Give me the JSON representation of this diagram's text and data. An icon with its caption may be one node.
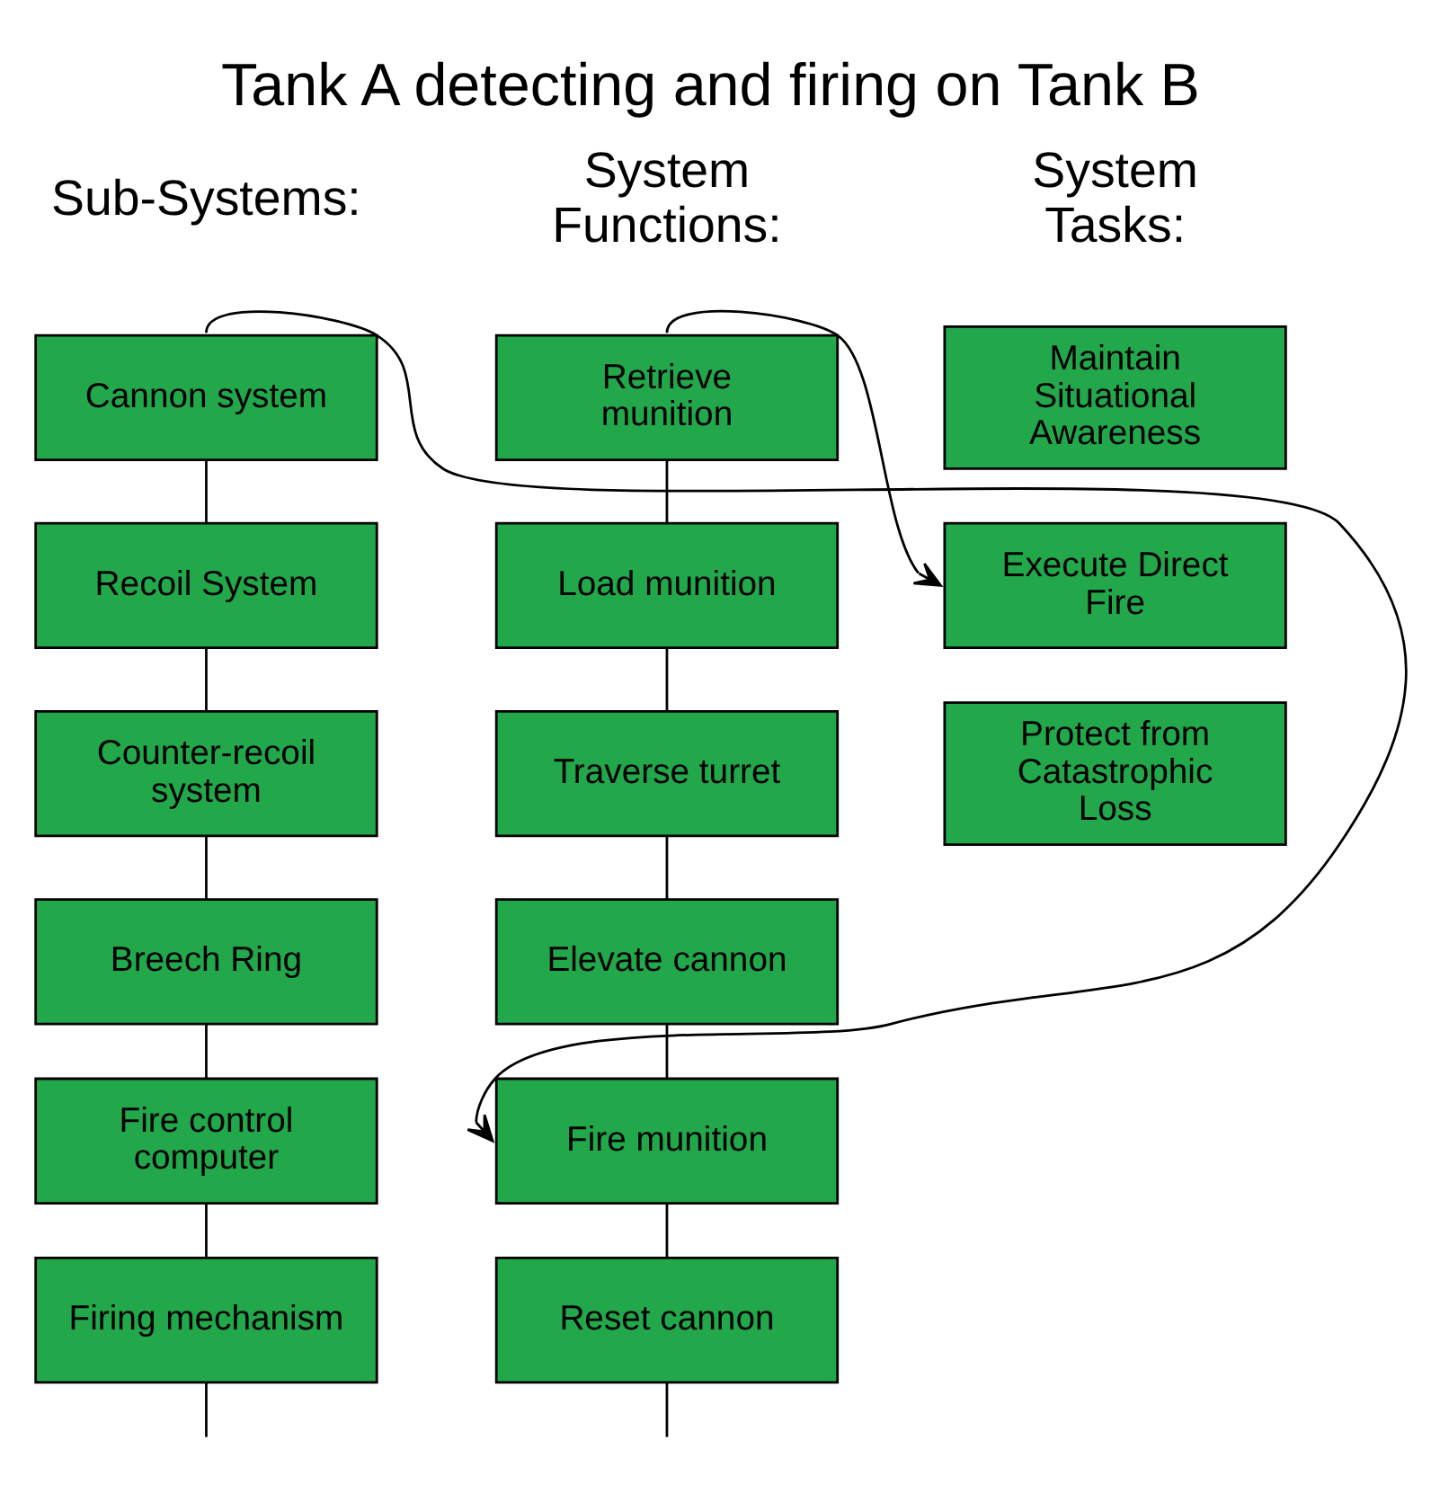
{
  "diagram": {
    "title": "Tank A detecting and firing on Tank B",
    "nodes": [
      {
        "text": [
          "Cannon system"
        ]
      },
      {
        "text": [
          "Recoil System"
        ]
      },
      {
        "text": [
          "Counter-recoil system"
        ]
      },
      {
        "text": [
          "Breech Ring"
        ]
      },
      {
        "text": [
          "Fire control computer"
        ]
      },
      {
        "text": [
          "Firing mechanism"
        ]
      },
      {
        "text": [
          "Retrieve munition"
        ]
      },
      {
        "text": [
          "Load munition"
        ]
      },
      {
        "text": [
          "Traverse turret"
        ]
      },
      {
        "text": [
          "Elevate cannon"
        ]
      },
      {
        "text": [
          "Fire munition"
        ]
      },
      {
        "text": [
          "Reset cannon"
        ]
      },
      {
        "text": [
          "Maintain Situational Awareness"
        ]
      },
      {
        "text": [
          "Execute Direct Fire"
        ]
      },
      {
        "text": [
          "Protect from Catastrophic Loss"
        ]
      }
    ],
    "edges": [
      {
        "from": 0,
        "to": 1,
        "arrow": "none"
      },
      {
        "from": 1,
        "to": 2,
        "arrow": "none"
      },
      {
        "from": 2,
        "to": 3,
        "arrow": "none"
      },
      {
        "from": 3,
        "to": 4,
        "arrow": "none"
      },
      {
        "from": 4,
        "to": 5,
        "arrow": "none"
      },
      {
        "from": 5,
        "to": null,
        "arrow": "none"
      },
      {
        "from": 0,
        "to": 10,
        "arrow": "to"
      },
      {
        "from": 6,
        "to": 7,
        "arrow": "none"
      },
      {
        "from": 7,
        "to": 8,
        "arrow": "none"
      },
      {
        "from": 8,
        "to": 9,
        "arrow": "none"
      },
      {
        "from": 9,
        "to": 10,
        "arrow": "none"
      },
      {
        "from": 10,
        "to": 11,
        "arrow": "none"
      },
      {
        "from": 11,
        "to": null,
        "arrow": "none"
      },
      {
        "from": 6,
        "to": 13,
        "arrow": "to"
      }
    ],
    "labels": [
      "Sub-Systems:",
      "System Functions:",
      "System Tasks:"
    ]
  }
}
